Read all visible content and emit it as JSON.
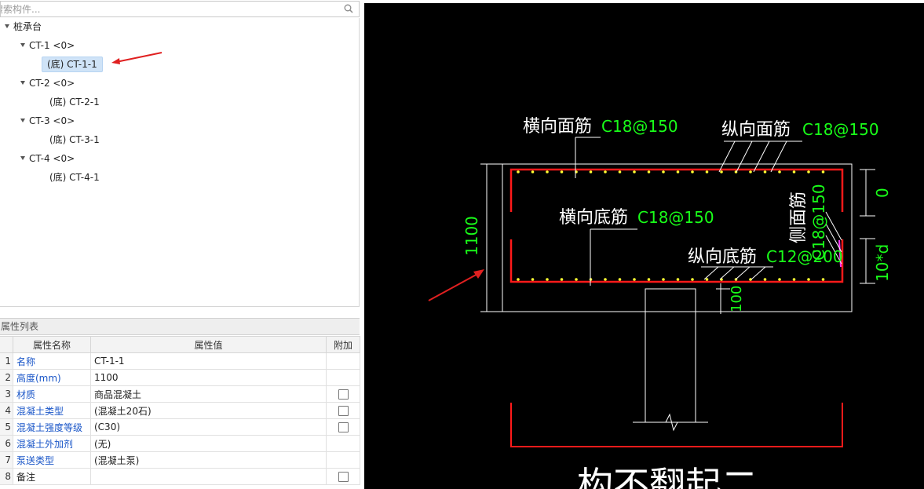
{
  "search": {
    "placeholder": "搜索构件..."
  },
  "tree": {
    "root": "桩承台",
    "groups": [
      {
        "label": "CT-1 <0>",
        "child": "(底) CT-1-1"
      },
      {
        "label": "CT-2 <0>",
        "child": "(底) CT-2-1"
      },
      {
        "label": "CT-3 <0>",
        "child": "(底) CT-3-1"
      },
      {
        "label": "CT-4 <0>",
        "child": "(底) CT-4-1"
      }
    ]
  },
  "props": {
    "title": "属性列表",
    "headers": {
      "name": "属性名称",
      "value": "属性值",
      "extra": "附加"
    },
    "rows": [
      {
        "num": "1",
        "name": "名称",
        "value": "CT-1-1"
      },
      {
        "num": "2",
        "name": "高度(mm)",
        "value": "1100"
      },
      {
        "num": "3",
        "name": "材质",
        "value": "商品混凝土"
      },
      {
        "num": "4",
        "name": "混凝土类型",
        "value": "(混凝土20石)"
      },
      {
        "num": "5",
        "name": "混凝土强度等级",
        "value": "(C30)"
      },
      {
        "num": "6",
        "name": "混凝土外加剂",
        "value": "(无)"
      },
      {
        "num": "7",
        "name": "泵送类型",
        "value": "(混凝土泵)"
      },
      {
        "num": "8",
        "name": "备注",
        "value": ""
      }
    ]
  },
  "cad": {
    "top_trans_label": "横向面筋",
    "top_trans_value": "C18@150",
    "top_long_label": "纵向面筋",
    "top_long_value": "C18@150",
    "bot_trans_label": "横向底筋",
    "bot_trans_value": "C18@150",
    "bot_long_label": "纵向底筋",
    "bot_long_value": "C12@200",
    "side_label": "侧面筋",
    "side_value": "C18@150",
    "height_dim": "1100",
    "dim_top": "0",
    "dim_side": "10*d",
    "dim_bottom": "100",
    "bottom_caption": "构不翻起二"
  },
  "colors": {
    "cad_background": "#000000",
    "rebar_red": "#ff1a1a",
    "value_green": "#19ff19",
    "dot_yellow": "#ffff33",
    "selection_blue": "#cfe3f7",
    "arrow_red": "#e02020"
  },
  "icons": {
    "search": "search-icon",
    "tree_expand": "triangle-down-icon"
  }
}
